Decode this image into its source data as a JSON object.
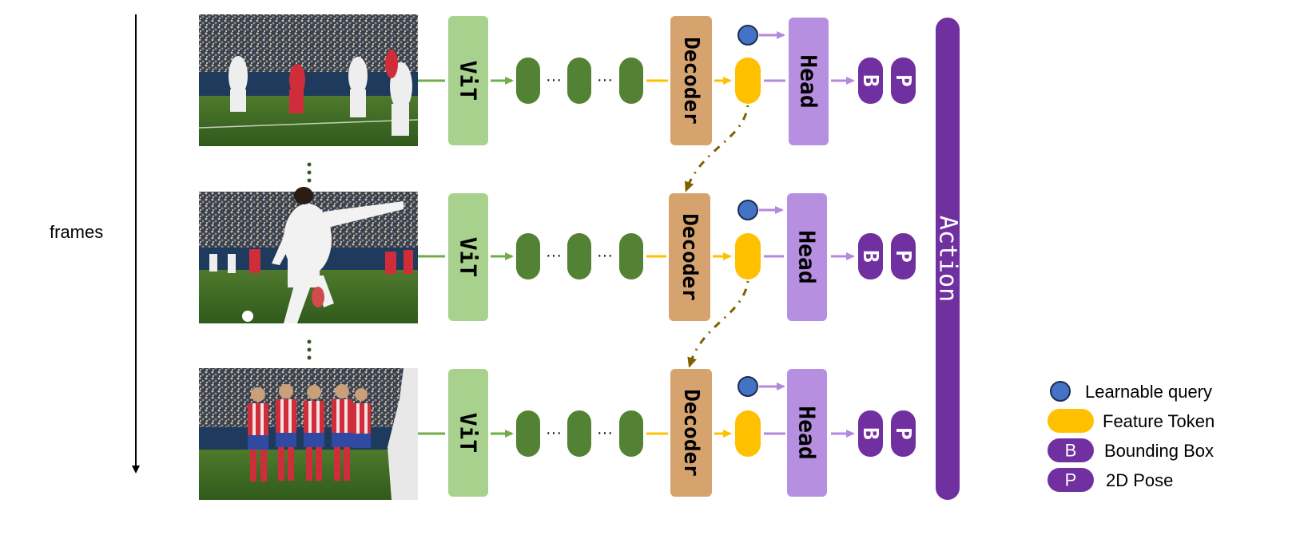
{
  "axis_label": "frames",
  "vit_label": "ViT",
  "decoder_label": "Decoder",
  "head_label": "Head",
  "action_label": "Action",
  "bbox_letter": "B",
  "pose_letter": "P",
  "frames": [
    {
      "scene": "players-running"
    },
    {
      "scene": "free-kick"
    },
    {
      "scene": "defensive-wall"
    }
  ],
  "legend": [
    {
      "label": "Learnable query"
    },
    {
      "label": "Feature Token"
    },
    {
      "label": "Bounding Box",
      "letter": "B"
    },
    {
      "label": "2D Pose",
      "letter": "P"
    }
  ],
  "colors": {
    "vit": "#a9d18e",
    "token_green": "#548235",
    "decoder": "#d6a36f",
    "feature": "#ffc000",
    "head": "#b68fe0",
    "purple": "#7030a0",
    "query": "#4472c4",
    "arrow_green": "#70ad47",
    "arrow_purple": "#b389e0",
    "dotted_brown": "#7f6000"
  }
}
